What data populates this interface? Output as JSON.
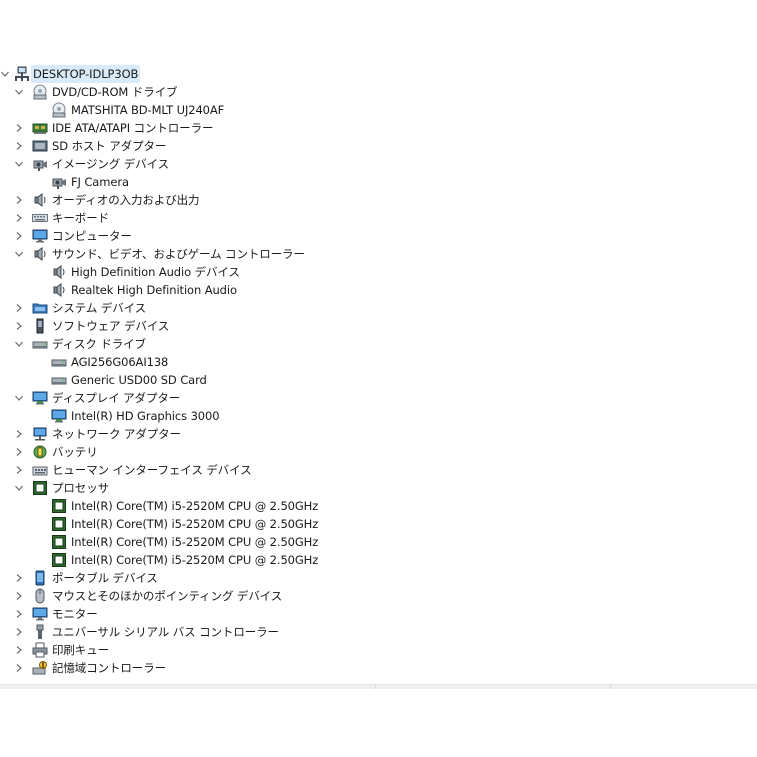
{
  "tree": [
    {
      "label": "DESKTOP-IDLP3OB",
      "level": 0,
      "toggle": "expanded",
      "icon": "computer-network-icon",
      "selected": true
    },
    {
      "label": "DVD/CD-ROM ドライブ",
      "level": 1,
      "toggle": "expanded",
      "icon": "dvd-drive-icon"
    },
    {
      "label": "MATSHITA BD-MLT UJ240AF",
      "level": 2,
      "toggle": "none",
      "icon": "dvd-drive-icon"
    },
    {
      "label": "IDE ATA/ATAPI コントローラー",
      "level": 1,
      "toggle": "collapsed",
      "icon": "ide-controller-icon"
    },
    {
      "label": "SD ホスト アダプター",
      "level": 1,
      "toggle": "collapsed",
      "icon": "sd-host-icon"
    },
    {
      "label": "イメージング デバイス",
      "level": 1,
      "toggle": "expanded",
      "icon": "camera-icon"
    },
    {
      "label": "FJ Camera",
      "level": 2,
      "toggle": "none",
      "icon": "camera-icon"
    },
    {
      "label": "オーディオの入力および出力",
      "level": 1,
      "toggle": "collapsed",
      "icon": "speaker-icon"
    },
    {
      "label": "キーボード",
      "level": 1,
      "toggle": "collapsed",
      "icon": "keyboard-icon"
    },
    {
      "label": "コンピューター",
      "level": 1,
      "toggle": "collapsed",
      "icon": "monitor-icon"
    },
    {
      "label": "サウンド、ビデオ、およびゲーム コントローラー",
      "level": 1,
      "toggle": "expanded",
      "icon": "speaker-icon"
    },
    {
      "label": "High Definition Audio デバイス",
      "level": 2,
      "toggle": "none",
      "icon": "speaker-icon"
    },
    {
      "label": "Realtek High Definition Audio",
      "level": 2,
      "toggle": "none",
      "icon": "speaker-icon"
    },
    {
      "label": "システム デバイス",
      "level": 1,
      "toggle": "collapsed",
      "icon": "system-folder-icon"
    },
    {
      "label": "ソフトウェア デバイス",
      "level": 1,
      "toggle": "collapsed",
      "icon": "software-device-icon"
    },
    {
      "label": "ディスク ドライブ",
      "level": 1,
      "toggle": "expanded",
      "icon": "disk-drive-icon"
    },
    {
      "label": "AGI256G06AI138",
      "level": 2,
      "toggle": "none",
      "icon": "disk-drive-icon"
    },
    {
      "label": "Generic USD00 SD Card",
      "level": 2,
      "toggle": "none",
      "icon": "disk-drive-icon"
    },
    {
      "label": "ディスプレイ アダプター",
      "level": 1,
      "toggle": "expanded",
      "icon": "display-adapter-icon"
    },
    {
      "label": "Intel(R) HD Graphics 3000",
      "level": 2,
      "toggle": "none",
      "icon": "display-adapter-icon"
    },
    {
      "label": "ネットワーク アダプター",
      "level": 1,
      "toggle": "collapsed",
      "icon": "network-adapter-icon"
    },
    {
      "label": "バッテリ",
      "level": 1,
      "toggle": "collapsed",
      "icon": "battery-icon"
    },
    {
      "label": "ヒューマン インターフェイス デバイス",
      "level": 1,
      "toggle": "collapsed",
      "icon": "hid-icon"
    },
    {
      "label": "プロセッサ",
      "level": 1,
      "toggle": "expanded",
      "icon": "processor-icon"
    },
    {
      "label": "Intel(R) Core(TM) i5-2520M CPU @ 2.50GHz",
      "level": 2,
      "toggle": "none",
      "icon": "processor-icon"
    },
    {
      "label": "Intel(R) Core(TM) i5-2520M CPU @ 2.50GHz",
      "level": 2,
      "toggle": "none",
      "icon": "processor-icon"
    },
    {
      "label": "Intel(R) Core(TM) i5-2520M CPU @ 2.50GHz",
      "level": 2,
      "toggle": "none",
      "icon": "processor-icon"
    },
    {
      "label": "Intel(R) Core(TM) i5-2520M CPU @ 2.50GHz",
      "level": 2,
      "toggle": "none",
      "icon": "processor-icon"
    },
    {
      "label": "ポータブル デバイス",
      "level": 1,
      "toggle": "collapsed",
      "icon": "portable-device-icon"
    },
    {
      "label": "マウスとそのほかのポインティング デバイス",
      "level": 1,
      "toggle": "collapsed",
      "icon": "mouse-icon"
    },
    {
      "label": "モニター",
      "level": 1,
      "toggle": "collapsed",
      "icon": "monitor-icon"
    },
    {
      "label": "ユニバーサル シリアル バス コントローラー",
      "level": 1,
      "toggle": "collapsed",
      "icon": "usb-icon"
    },
    {
      "label": "印刷キュー",
      "level": 1,
      "toggle": "collapsed",
      "icon": "printer-icon"
    },
    {
      "label": "記憶域コントローラー",
      "level": 1,
      "toggle": "collapsed",
      "icon": "storage-controller-icon"
    }
  ],
  "colors": {
    "selection": "#d9ebfb",
    "chevron": "#6e6e6e",
    "text": "#1a1a1a"
  }
}
